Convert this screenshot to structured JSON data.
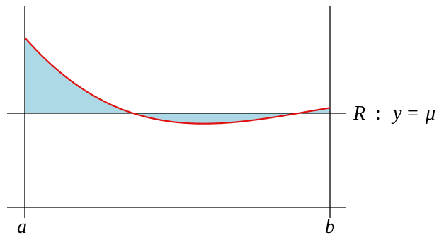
{
  "labels": {
    "a": "a",
    "b": "b",
    "line": {
      "name": "R",
      "colon": ":",
      "variable": "y",
      "equals": "=",
      "value": "μ"
    }
  },
  "colors": {
    "curve": "#e01010",
    "fill": "#add8e6",
    "axes": "#000000",
    "background": "#ffffff"
  }
}
